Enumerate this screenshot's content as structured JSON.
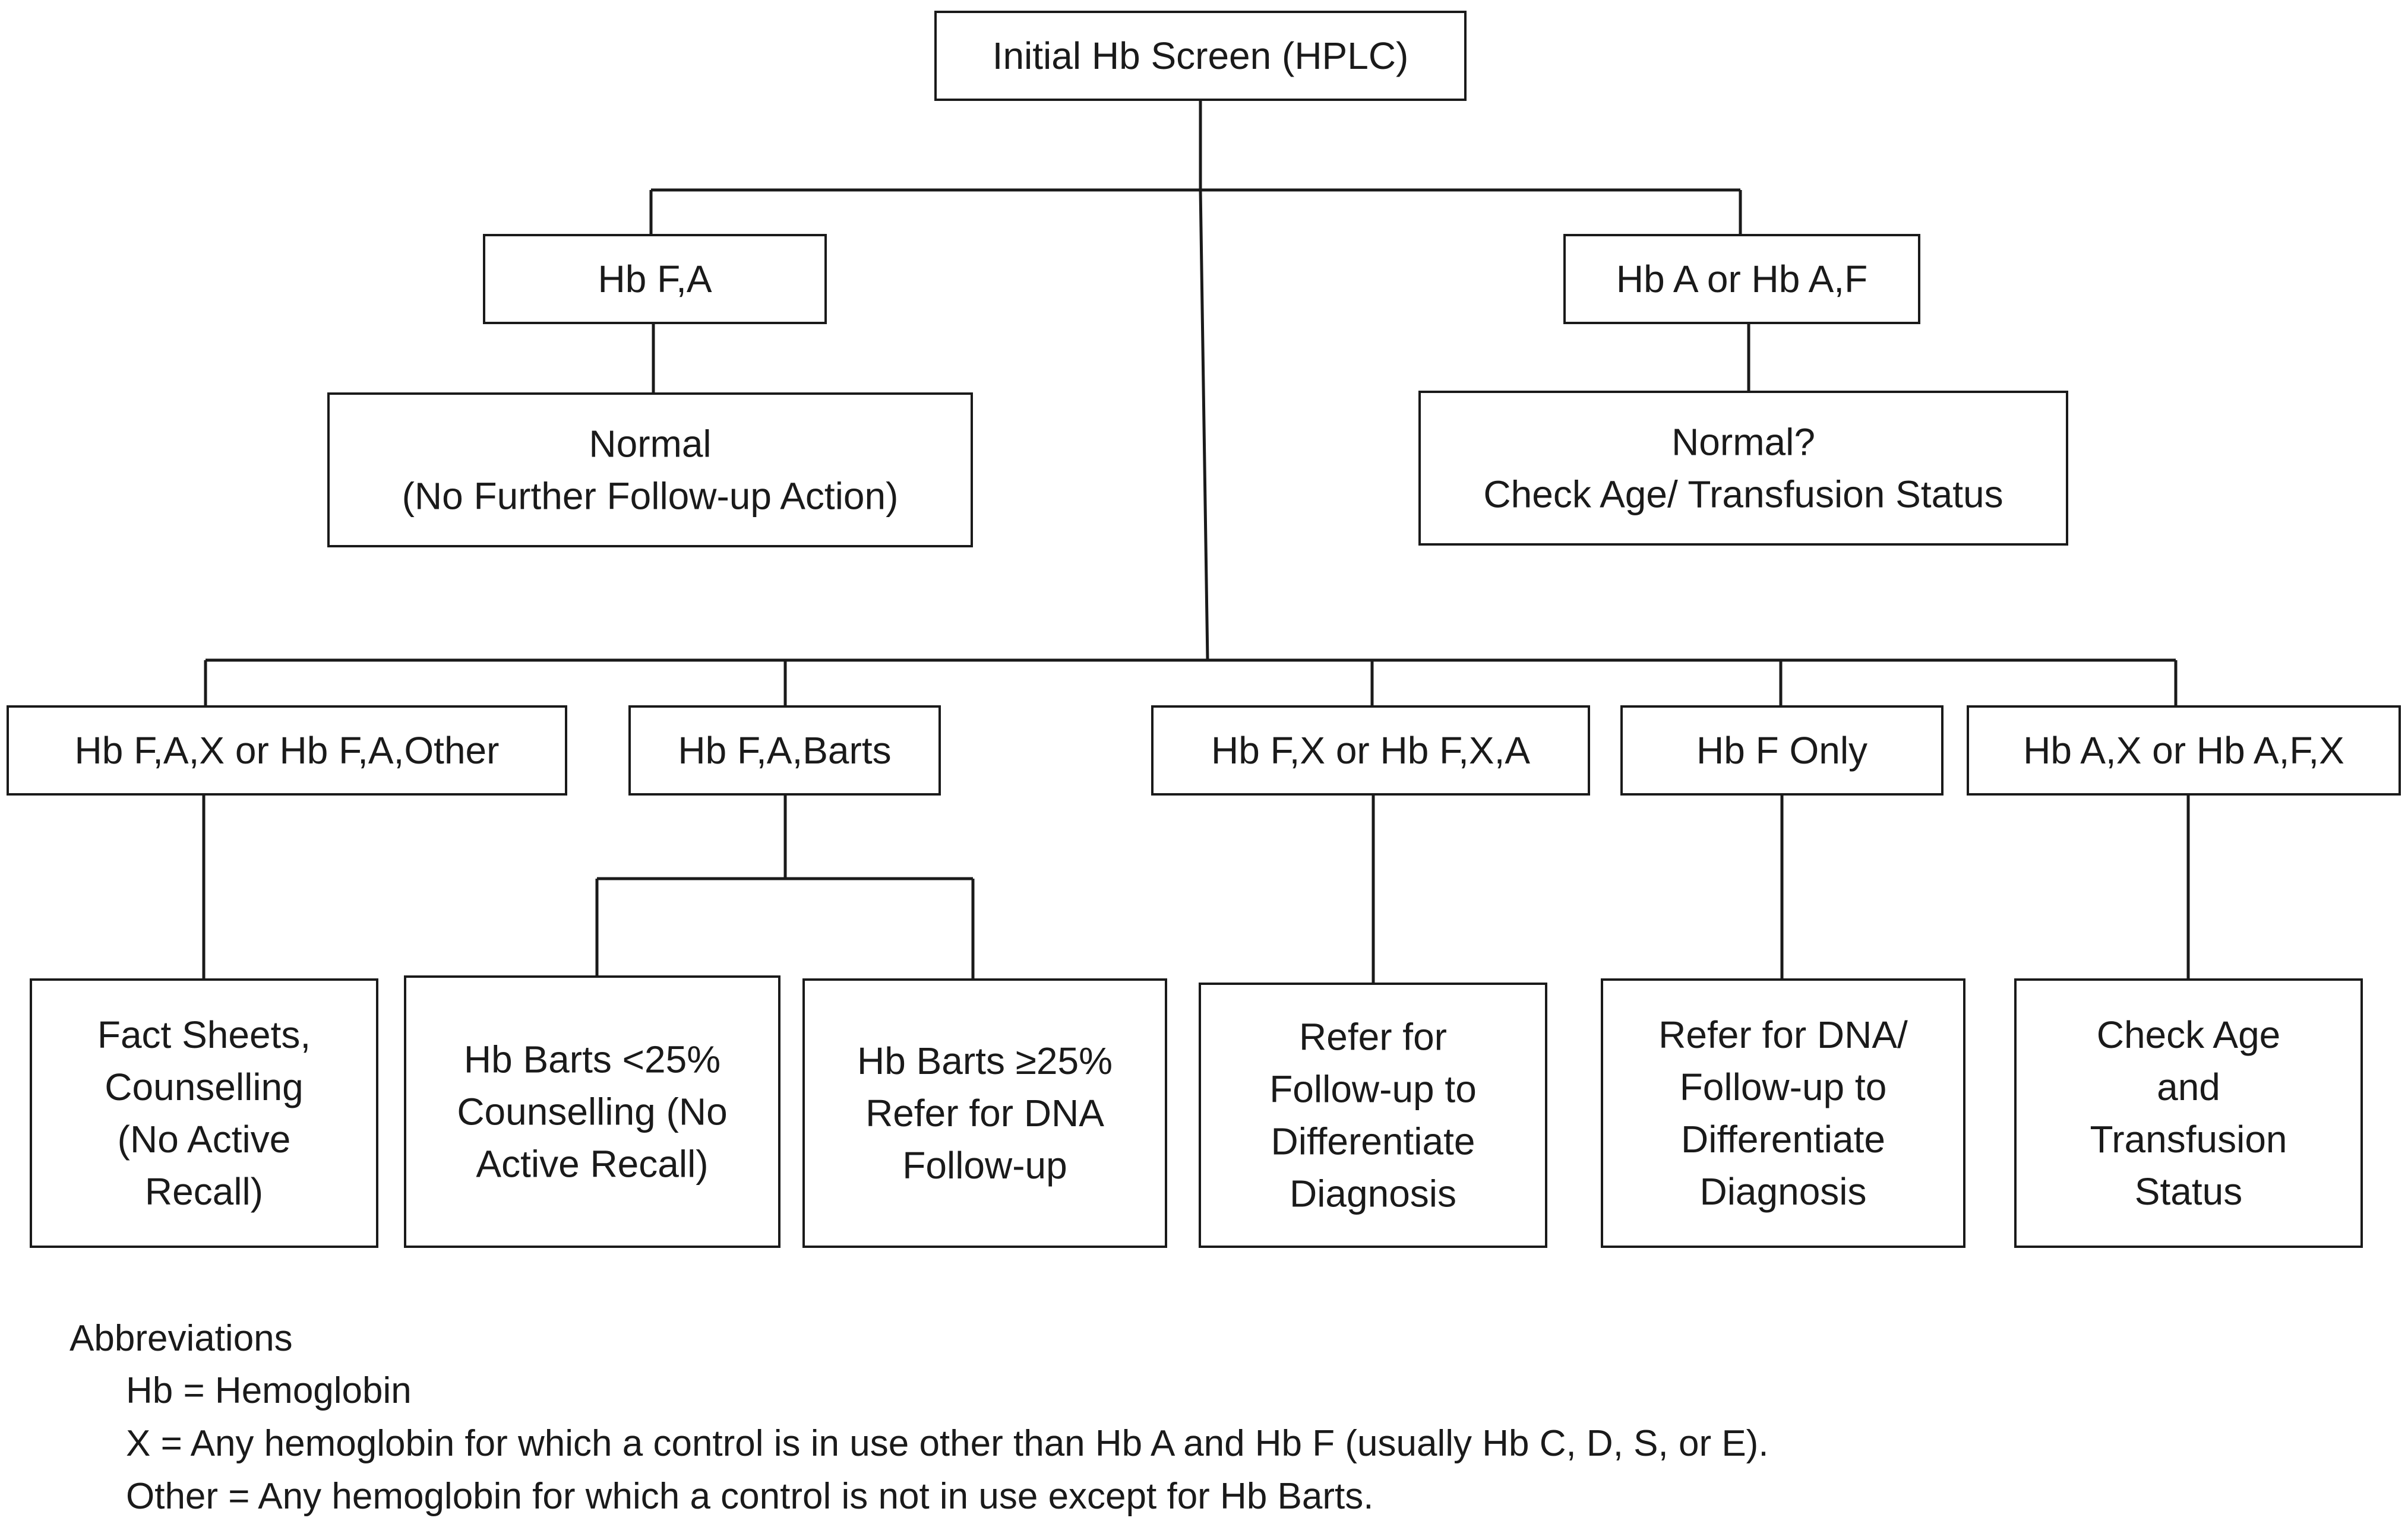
{
  "nodes": {
    "root": {
      "lines": [
        "Initial Hb Screen (HPLC)"
      ]
    },
    "hb_fa": {
      "lines": [
        "Hb F,A"
      ]
    },
    "hb_a_af": {
      "lines": [
        "Hb A or Hb A,F"
      ]
    },
    "normal": {
      "lines": [
        "Normal",
        "(No Further Follow-up Action)"
      ]
    },
    "normal_q": {
      "lines": [
        "Normal?",
        "Check Age/ Transfusion Status"
      ]
    },
    "hb_fax": {
      "lines": [
        "Hb F,A,X or Hb F,A,Other"
      ]
    },
    "hb_fa_barts": {
      "lines": [
        "Hb F,A,Barts"
      ]
    },
    "hb_fx": {
      "lines": [
        "Hb F,X or Hb F,X,A"
      ]
    },
    "hb_f_only": {
      "lines": [
        "Hb F Only"
      ]
    },
    "hb_ax": {
      "lines": [
        "Hb A,X or Hb A,F,X"
      ]
    },
    "fact_sheets": {
      "lines": [
        "Fact Sheets,",
        "Counselling",
        "(No Active",
        "Recall)"
      ]
    },
    "barts_lt25": {
      "lines": [
        "Hb Barts <25%",
        "Counselling (No",
        "Active Recall)"
      ]
    },
    "barts_ge25": {
      "lines": [
        "Hb Barts ≥25%",
        "Refer for DNA",
        "Follow-up"
      ]
    },
    "refer_followup": {
      "lines": [
        "Refer for",
        "Follow-up to",
        "Differentiate",
        "Diagnosis"
      ]
    },
    "refer_dna": {
      "lines": [
        "Refer for DNA/",
        "Follow-up to",
        "Differentiate",
        "Diagnosis"
      ]
    },
    "check_age": {
      "lines": [
        "Check Age",
        "and",
        "Transfusion",
        "Status"
      ]
    }
  },
  "abbreviations": {
    "heading": "Abbreviations",
    "items": [
      "Hb = Hemoglobin",
      "X =  Any hemoglobin for which a control is in use other than Hb A and Hb F (usually Hb C, D, S, or E).",
      "Other = Any hemoglobin for which a control is not in use except for Hb Barts."
    ]
  }
}
